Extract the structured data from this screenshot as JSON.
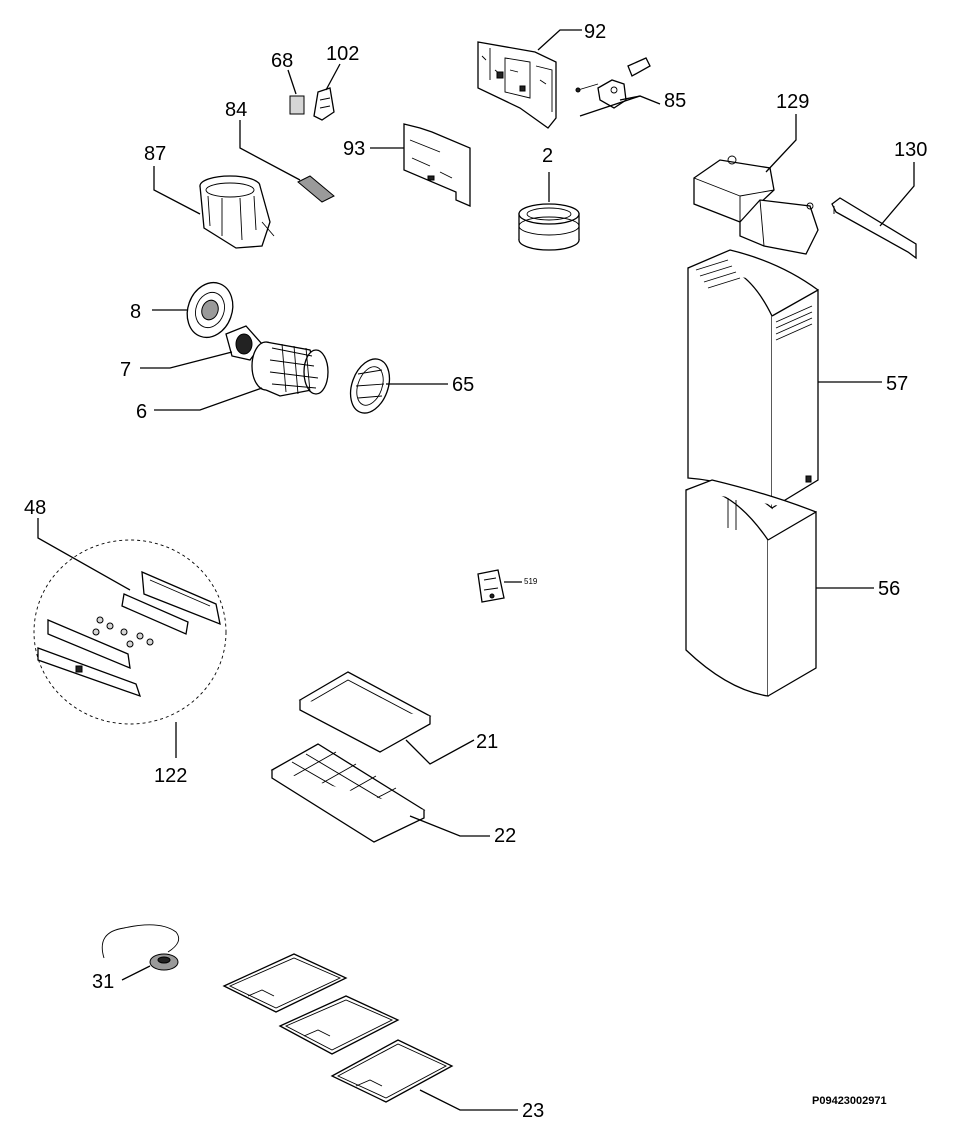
{
  "labels": {
    "p92": "92",
    "p68": "68",
    "p102": "102",
    "p85": "85",
    "p84": "84",
    "p93": "93",
    "p87": "87",
    "p2": "2",
    "p129": "129",
    "p130": "130",
    "p8": "8",
    "p7": "7",
    "p6": "6",
    "p65": "65",
    "p57": "57",
    "p48": "48",
    "p519": "519",
    "p56": "56",
    "p122": "122",
    "p21": "21",
    "p22": "22",
    "p31": "31",
    "p23": "23"
  },
  "diagram_code": "P09423002971"
}
